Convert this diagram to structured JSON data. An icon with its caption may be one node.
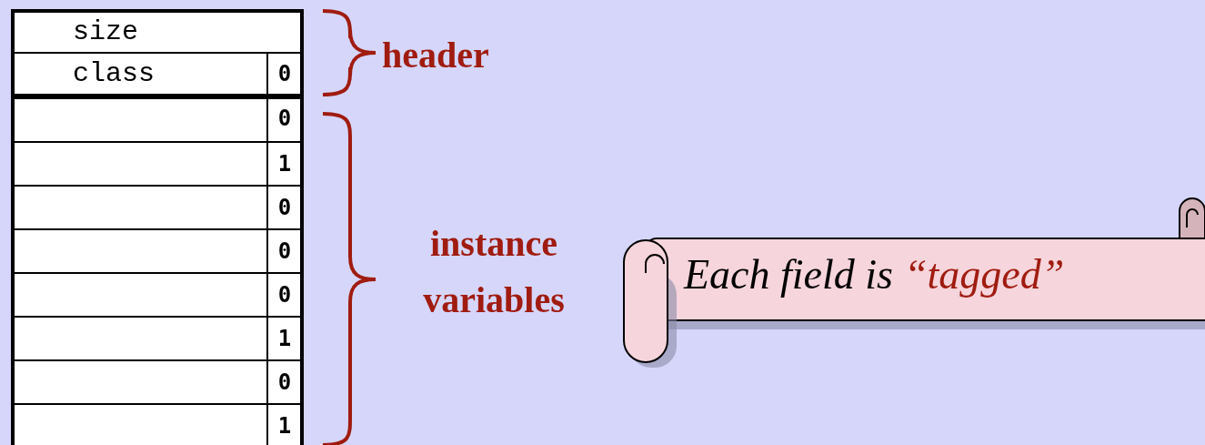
{
  "diagram": {
    "nodes": [
      {
        "text": [
          "Each field is",
          "“tagged”"
        ]
      }
    ],
    "edges": [],
    "labels": [
      "size",
      "class",
      "0",
      "0",
      "1",
      "0",
      "0",
      "0",
      "1",
      "0",
      "1",
      "header",
      "instance variables"
    ]
  }
}
